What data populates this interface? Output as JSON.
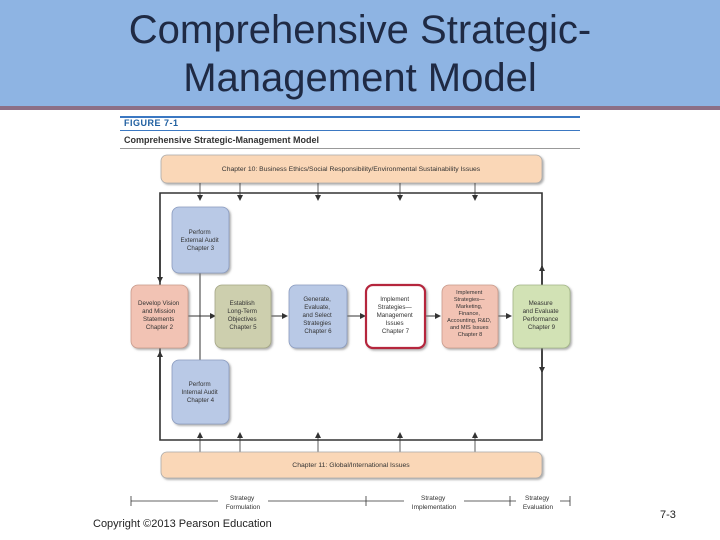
{
  "slide": {
    "title_line1": "Comprehensive Strategic-",
    "title_line2": "Management Model",
    "copyright": "Copyright ©2013 Pearson Education",
    "slide_number": "7-3"
  },
  "figure": {
    "label": "FIGURE 7-1",
    "title": "Comprehensive Strategic-Management Model",
    "top_band": "Chapter 10: Business Ethics/Social Responsibility/Environmental Sustainability Issues",
    "bottom_band": "Chapter 11: Global/International Issues",
    "boxes": {
      "external_audit": [
        "Perform",
        "External Audit",
        "Chapter 3"
      ],
      "vision_mission": [
        "Develop Vision",
        "and Mission",
        "Statements",
        "Chapter 2"
      ],
      "objectives": [
        "Establish",
        "Long-Term",
        "Objectives",
        "Chapter 5"
      ],
      "generate": [
        "Generate,",
        "Evaluate,",
        "and Select",
        "Strategies",
        "Chapter 6"
      ],
      "implement_mgmt": [
        "Implement",
        "Strategies—",
        "Management",
        "Issues",
        "Chapter 7"
      ],
      "implement_func": [
        "Implement",
        "Strategies—",
        "Marketing,",
        "Finance,",
        "Accounting, R&D,",
        "and MIS Issues",
        "Chapter 8"
      ],
      "measure": [
        "Measure",
        "and Evaluate",
        "Performance",
        "Chapter 9"
      ],
      "internal_audit": [
        "Perform",
        "Internal Audit",
        "Chapter 4"
      ]
    },
    "stages": {
      "formulation": [
        "Strategy",
        "Formulation"
      ],
      "implementation": [
        "Strategy",
        "Implementation"
      ],
      "evaluation": [
        "Strategy",
        "Evaluation"
      ]
    },
    "colors": {
      "blue_box": "#b9c9e6",
      "pink_box": "#f2c3b4",
      "olive_box": "#cdcfae",
      "green_box": "#d2e2b5",
      "band": "#fad7b7",
      "highlight_border": "#b5253d",
      "title_band": "#8eb4e3"
    }
  }
}
